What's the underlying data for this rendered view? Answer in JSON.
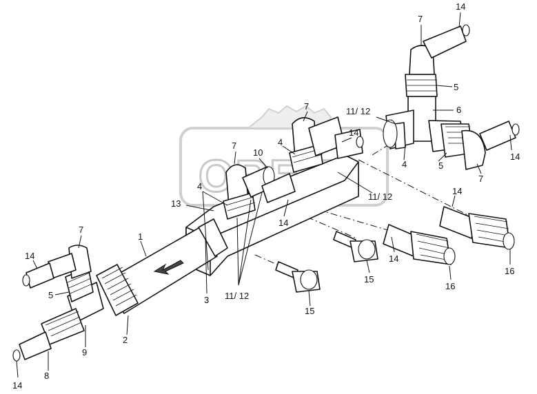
{
  "diagram": {
    "watermark": "OREX",
    "callouts": [
      {
        "id": "c-14-top",
        "text": "14"
      },
      {
        "id": "c-7-top",
        "text": "7"
      },
      {
        "id": "c-5-top",
        "text": "5"
      },
      {
        "id": "c-6",
        "text": "6"
      },
      {
        "id": "c-1112-top",
        "text": "11/ 12"
      },
      {
        "id": "c-7-mid",
        "text": "7"
      },
      {
        "id": "c-14-mid",
        "text": "14"
      },
      {
        "id": "c-14-right",
        "text": "14"
      },
      {
        "id": "c-4-mid",
        "text": "4"
      },
      {
        "id": "c-4-right",
        "text": "4"
      },
      {
        "id": "c-5-right",
        "text": "5"
      },
      {
        "id": "c-7-right",
        "text": "7"
      },
      {
        "id": "c-7-left",
        "text": "7"
      },
      {
        "id": "c-10",
        "text": "10"
      },
      {
        "id": "c-4-left",
        "text": "4"
      },
      {
        "id": "c-1112-mid",
        "text": "11/ 12"
      },
      {
        "id": "c-13",
        "text": "13"
      },
      {
        "id": "c-14-center",
        "text": "14"
      },
      {
        "id": "c-14-rr",
        "text": "14"
      },
      {
        "id": "c-1",
        "text": "1"
      },
      {
        "id": "c-7-bl",
        "text": "7"
      },
      {
        "id": "c-14-bl",
        "text": "14"
      },
      {
        "id": "c-5-bl",
        "text": "5"
      },
      {
        "id": "c-3",
        "text": "3"
      },
      {
        "id": "c-1112-bottom",
        "text": "11/ 12"
      },
      {
        "id": "c-15-a",
        "text": "15"
      },
      {
        "id": "c-14-cr",
        "text": "14"
      },
      {
        "id": "c-16-a",
        "text": "16"
      },
      {
        "id": "c-16-b",
        "text": "16"
      },
      {
        "id": "c-15-b",
        "text": "15"
      },
      {
        "id": "c-2",
        "text": "2"
      },
      {
        "id": "c-9",
        "text": "9"
      },
      {
        "id": "c-8",
        "text": "8"
      },
      {
        "id": "c-14-bottom",
        "text": "14"
      }
    ]
  }
}
